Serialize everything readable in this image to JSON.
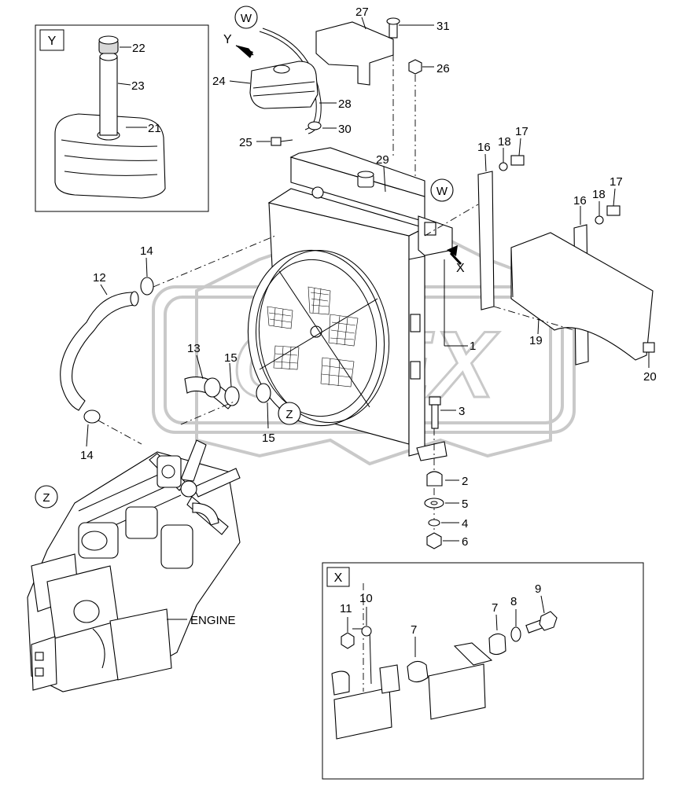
{
  "diagram": {
    "watermark_text": "OPEX",
    "views": {
      "y": "Y",
      "x": "X",
      "w": "W",
      "z": "Z"
    },
    "callouts": {
      "c1": "1",
      "c2": "2",
      "c3": "3",
      "c4": "4",
      "c5": "5",
      "c6": "6",
      "c7a": "7",
      "c7b": "7",
      "c8": "8",
      "c9": "9",
      "c10": "10",
      "c11": "11",
      "c12": "12",
      "c13": "13",
      "c14a": "14",
      "c14b": "14",
      "c15a": "15",
      "c15b": "15",
      "c16a": "16",
      "c16b": "16",
      "c17a": "17",
      "c17b": "17",
      "c18a": "18",
      "c18b": "18",
      "c19": "19",
      "c20": "20",
      "c21": "21",
      "c22": "22",
      "c23": "23",
      "c24": "24",
      "c25": "25",
      "c26": "26",
      "c27": "27",
      "c28": "28",
      "c29": "29",
      "c30": "30",
      "c31": "31"
    },
    "engine_label": "ENGINE"
  }
}
